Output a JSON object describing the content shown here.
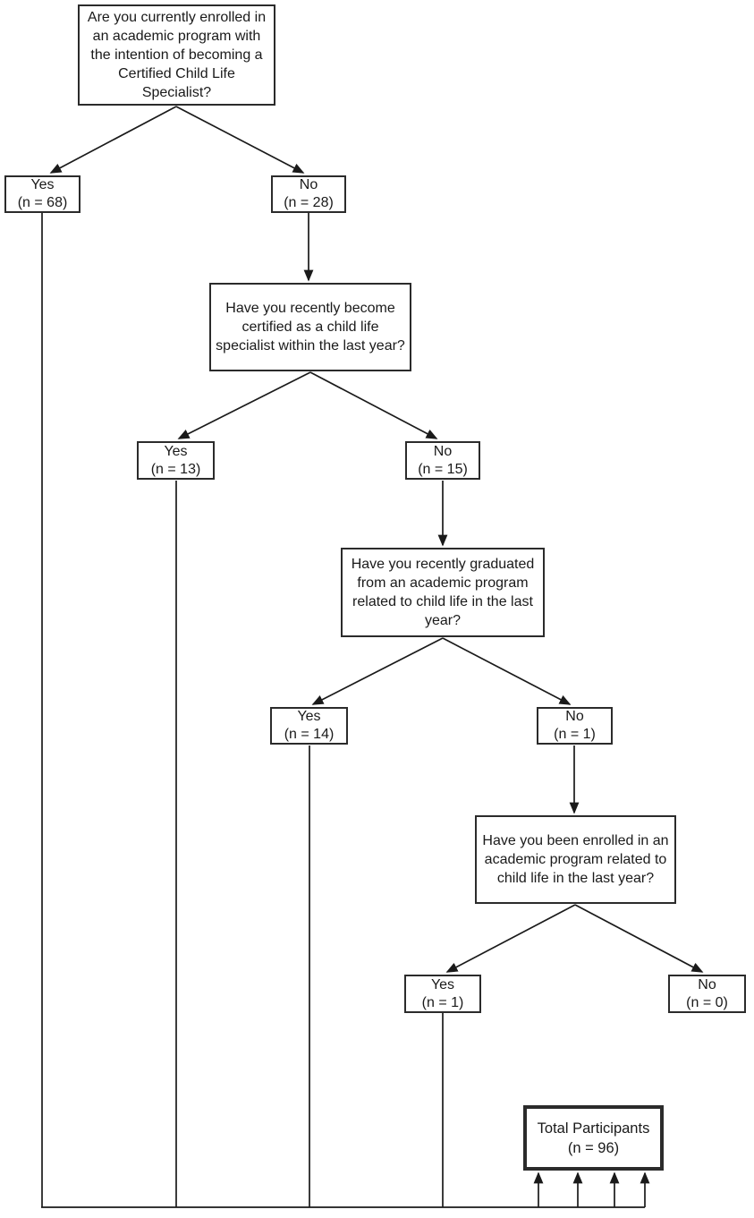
{
  "diagram_type": "participant-screening-flowchart",
  "colors": {
    "background": "#ffffff",
    "line": "#1a1a1a",
    "box_border": "#2b2b2b",
    "text": "#1a1a1a"
  },
  "nodes": {
    "q1": {
      "text": "Are you currently enrolled in an academic program with the intention of becoming a Certified Child Life Specialist?"
    },
    "q1_yes": {
      "label": "Yes",
      "count": "(n = 68)"
    },
    "q1_no": {
      "label": "No",
      "count": "(n = 28)"
    },
    "q2": {
      "text": "Have you recently become certified as a child life specialist within the last year?"
    },
    "q2_yes": {
      "label": "Yes",
      "count": "(n = 13)"
    },
    "q2_no": {
      "label": "No",
      "count": "(n = 15)"
    },
    "q3": {
      "text": "Have you recently graduated from an academic program related to child life in the last year?"
    },
    "q3_yes": {
      "label": "Yes",
      "count": "(n = 14)"
    },
    "q3_no": {
      "label": "No",
      "count": "(n = 1)"
    },
    "q4": {
      "text": "Have you been enrolled in an academic program related to child life in the last year?"
    },
    "q4_yes": {
      "label": "Yes",
      "count": "(n = 1)"
    },
    "q4_no": {
      "label": "No",
      "count": "(n = 0)"
    },
    "total": {
      "label": "Total Participants",
      "count": "(n = 96)"
    }
  }
}
